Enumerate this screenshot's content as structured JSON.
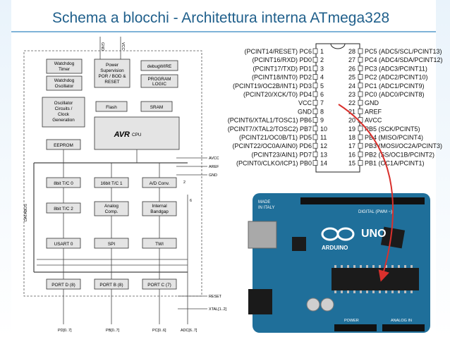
{
  "slide": {
    "title": "Schema a blocchi - Architettura interna ATmega328"
  },
  "block_diagram": {
    "top_pins": [
      "GND",
      "VCC"
    ],
    "blocks": {
      "watchdog_timer": "Watchdog Timer",
      "watchdog_osc": "Watchdog Oscillator",
      "power_sup": [
        "Power",
        "Supervision",
        "POR / BOD &",
        "RESET"
      ],
      "debugwire": "debugWIRE",
      "prog_logic": [
        "PROGRAM",
        "LOGIC"
      ],
      "osc": [
        "Oscillator",
        "Circuits /",
        "Clock",
        "Generation"
      ],
      "flash": "Flash",
      "sram": "SRAM",
      "cpu_logo": "AVR",
      "cpu": "CPU",
      "eeprom": "EEPROM",
      "t0": "8bit T/C 0",
      "t1": "16bit T/C 1",
      "adc": "A/D Conv.",
      "t2": "8bit T/C 2",
      "analog_comp": [
        "Analog",
        "Comp."
      ],
      "bandgap": [
        "Internal",
        "Bandgap"
      ],
      "usart": "USART 0",
      "spi": "SPI",
      "twi": "TWI",
      "portd": "PORT D (8)",
      "portb": "PORT B (8)",
      "portc": "PORT C (7)"
    },
    "side_labels": {
      "avcc": "AVCC",
      "aref": "AREF",
      "gnd": "GND",
      "reset": "RESET",
      "xtal": "XTAL[1..2]",
      "databus": "DATABUS",
      "adc_bus_2": "2",
      "adc_bus_6": "6"
    },
    "bottom_labels": [
      "PD[0..7]",
      "PB[0..7]",
      "PC[0..6]",
      "ADC[6..7]"
    ]
  },
  "pinout": {
    "left": [
      {
        "num": "1",
        "label": "(PCINT14/RESET) PC6"
      },
      {
        "num": "2",
        "label": "(PCINT16/RXD) PD0"
      },
      {
        "num": "3",
        "label": "(PCINT17/TXD) PD1"
      },
      {
        "num": "4",
        "label": "(PCINT18/INT0) PD2"
      },
      {
        "num": "5",
        "label": "(PCINT19/OC2B/INT1) PD3"
      },
      {
        "num": "6",
        "label": "(PCINT20/XCK/T0) PD4"
      },
      {
        "num": "7",
        "label": "VCC"
      },
      {
        "num": "8",
        "label": "GND"
      },
      {
        "num": "9",
        "label": "(PCINT6/XTAL1/TOSC1) PB6"
      },
      {
        "num": "10",
        "label": "(PCINT7/XTAL2/TOSC2) PB7"
      },
      {
        "num": "11",
        "label": "(PCINT21/OC0B/T1) PD5"
      },
      {
        "num": "12",
        "label": "(PCINT22/OC0A/AIN0) PD6"
      },
      {
        "num": "13",
        "label": "(PCINT23/AIN1) PD7"
      },
      {
        "num": "14",
        "label": "(PCINT0/CLKO/ICP1) PB0"
      }
    ],
    "right": [
      {
        "num": "28",
        "label": "PC5 (ADC5/SCL/PCINT13)"
      },
      {
        "num": "27",
        "label": "PC4 (ADC4/SDA/PCINT12)"
      },
      {
        "num": "26",
        "label": "PC3 (ADC3/PCINT11)"
      },
      {
        "num": "25",
        "label": "PC2 (ADC2/PCINT10)"
      },
      {
        "num": "24",
        "label": "PC1 (ADC1/PCINT9)"
      },
      {
        "num": "23",
        "label": "PC0 (ADC0/PCINT8)"
      },
      {
        "num": "22",
        "label": "GND"
      },
      {
        "num": "21",
        "label": "AREF"
      },
      {
        "num": "20",
        "label": "AVCC"
      },
      {
        "num": "19",
        "label": "PB5 (SCK/PCINT5)"
      },
      {
        "num": "18",
        "label": "PB4 (MISO/PCINT4)"
      },
      {
        "num": "17",
        "label": "PB3 (MOSI/OC2A/PCINT3)"
      },
      {
        "num": "16",
        "label": "PB2 (SS/OC1B/PCINT2)"
      },
      {
        "num": "15",
        "label": "PB1 (OC1A/PCINT1)"
      }
    ]
  },
  "board": {
    "made_in": [
      "MADE",
      "IN ITALY"
    ],
    "digital": "DIGITAL (PWM ~)",
    "uno": "UNO",
    "arduino": "ARDUINO",
    "power": "POWER",
    "analog_in": "ANALOG IN",
    "colors": {
      "pcb": "#1f6f9a",
      "chip": "#1b1b1b",
      "header": "#111111",
      "arrow": "#d9302c"
    }
  }
}
